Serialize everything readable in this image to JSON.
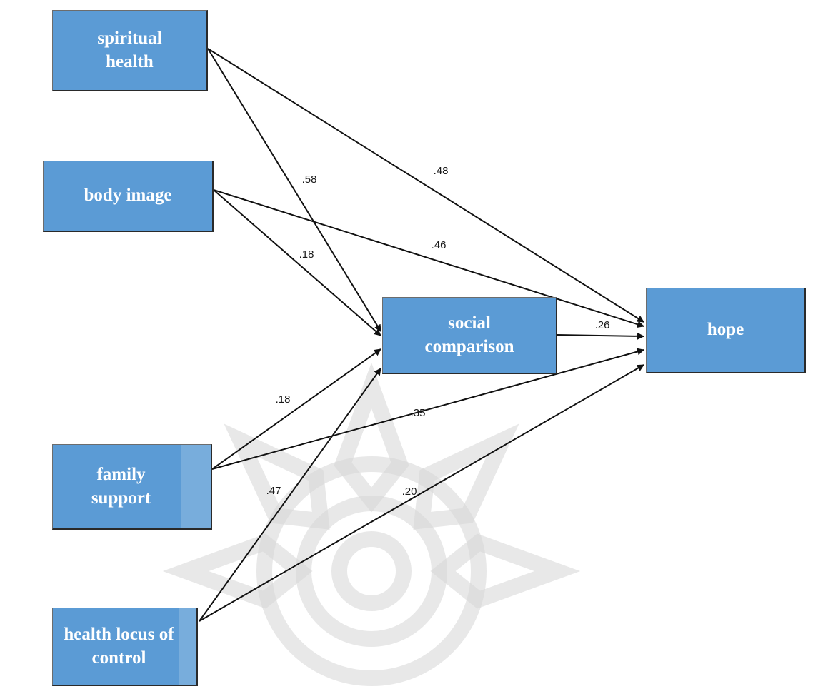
{
  "colors": {
    "node_fill": "#5b9bd5",
    "node_text": "#ffffff",
    "arrow": "#111111"
  },
  "nodes": {
    "spiritual_health": "spiritual health",
    "body_image": "body image",
    "family_support": "family support",
    "health_locus_of_control": "health locus of control",
    "social_comparison": "social comparison",
    "hope": "hope"
  },
  "paths": [
    {
      "from": "spiritual health",
      "to": "social comparison",
      "coefficient": ".58"
    },
    {
      "from": "spiritual health",
      "to": "hope",
      "coefficient": ".48"
    },
    {
      "from": "body image",
      "to": "social comparison",
      "coefficient": ".18"
    },
    {
      "from": "body image",
      "to": "hope",
      "coefficient": ".46"
    },
    {
      "from": "family support",
      "to": "social comparison",
      "coefficient": ".18"
    },
    {
      "from": "family support",
      "to": "hope",
      "coefficient": ".35"
    },
    {
      "from": "health locus of control",
      "to": "social comparison",
      "coefficient": ".47"
    },
    {
      "from": "health locus of control",
      "to": "hope",
      "coefficient": ".20"
    },
    {
      "from": "social comparison",
      "to": "hope",
      "coefficient": ".26"
    }
  ]
}
